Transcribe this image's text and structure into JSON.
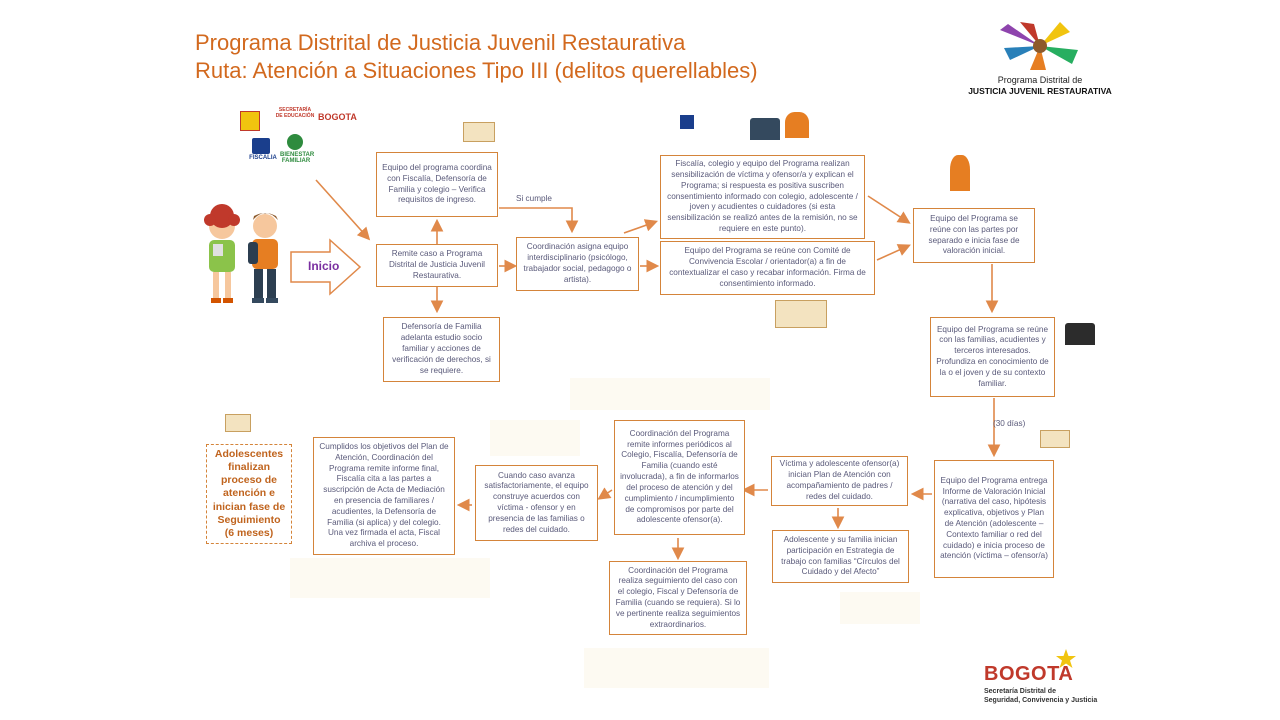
{
  "header": {
    "title_line1": "Programa Distrital de Justicia Juvenil Restaurativa",
    "title_line2": "Ruta: Atención a Situaciones Tipo III (delitos querellables)"
  },
  "logo_top": {
    "line1": "Programa Distrital de",
    "line2": "JUSTICIA JUVENIL RESTAURATIVA"
  },
  "logo_bottom": {
    "name": "BOGOTA",
    "line1": "Secretaría Distrital de",
    "line2": "Seguridad, Convivencia y Justicia"
  },
  "inst_logos": {
    "educacion": "SECRETARÍA DE EDUCACIÓN",
    "bogota": "BOGOTA",
    "fiscalia": "FISCALIA",
    "bienestar1": "BIENESTAR",
    "bienestar2": "FAMILIAR"
  },
  "start": {
    "label": "Inicio"
  },
  "labels": {
    "si_cumple": "Si cumple",
    "treinta_dias": "(30 días)"
  },
  "boxes": {
    "remite": "Remite caso a Programa Distrital de Justicia Juvenil Restaurativa.",
    "equipo_coordina": "Equipo del programa coordina con Fiscalía, Defensoría de Familia y colegio – Verifica requisitos de ingreso.",
    "defensoria": "Defensoría de Familia adelanta estudio socio familiar y acciones de verificación de derechos, si se requiere.",
    "coordinacion_asigna": "Coordinación asigna equipo interdisciplinario (psicólogo, trabajador social, pedagogo o artista).",
    "sensibilizacion": "Fiscalía, colegio y equipo del Programa realizan sensibilización de víctima y ofensor/a y explican el Programa; si respuesta es positiva suscriben consentimiento informado con colegio, adolescente / joven y acudientes o cuidadores (si esta sensibilización se realizó antes de la remisión, no se requiere en este punto).",
    "comite": "Equipo del Programa se reúne con Comité de Convivencia Escolar / orientador(a) a fin de contextualizar el caso y recabar información. Firma de consentimiento informado.",
    "reune_partes": "Equipo del Programa se reúne con las partes por separado e inicia fase de valoración inicial.",
    "reune_familias": "Equipo del Programa se reúne con las familias, acudientes y terceros interesados. Profundiza en conocimiento de la o el joven y de su contexto familiar.",
    "informe_valoracion": "Equipo del Programa entrega Informe de Valoración Inicial (narrativa del caso, hipótesis explicativa, objetivos y Plan de Atención (adolescente – Contexto familiar o red del cuidado) e inicia proceso de atención (víctima – ofensor/a)",
    "victima_ofensor": "Víctima y adolescente ofensor(a) inician Plan de Atención con acompañamiento de padres / redes del cuidado.",
    "circulos": "Adolescente y su familia inician participación en Estrategia de trabajo con familias “Círculos del Cuidado y del Afecto”",
    "coord_informes": "Coordinación del Programa remite informes periódicos al Colegio, Fiscalía, Defensoría de Familia (cuando esté involucrada), a fin de informarlos del proceso de atención y del cumplimiento / incumplimiento de compromisos por parte del adolescente ofensor(a).",
    "coord_seguimiento": "Coordinación del Programa realiza seguimiento del caso con el colegio, Fiscal y Defensoría de Familia (cuando se requiera). Si lo ve pertinente realiza seguimientos extraordinarios.",
    "caso_avanza": "Cuando caso avanza satisfactoriamente, el equipo construye acuerdos con víctima - ofensor y en presencia de las familias o redes del cuidado.",
    "cumplidos": "Cumplidos los objetivos del Plan de Atención, Coordinación del Programa remite informe final, Fiscalía cita a las partes a suscripción de Acta de Mediación en presencia de familiares / acudientes, la Defensoría de Familia (si aplica) y del colegio. Una vez firmada el acta, Fiscal archiva el proceso.",
    "final": "Adolescentes finalizan proceso de atención e inician fase de Seguimiento (6 meses)"
  },
  "colors": {
    "accent": "#d2691e",
    "box_border": "#d4843a",
    "arrow": "#e0894a",
    "text": "#5a5a7a",
    "fiscalia": "#1a3e8c",
    "bienestar": "#2e8b3e"
  }
}
